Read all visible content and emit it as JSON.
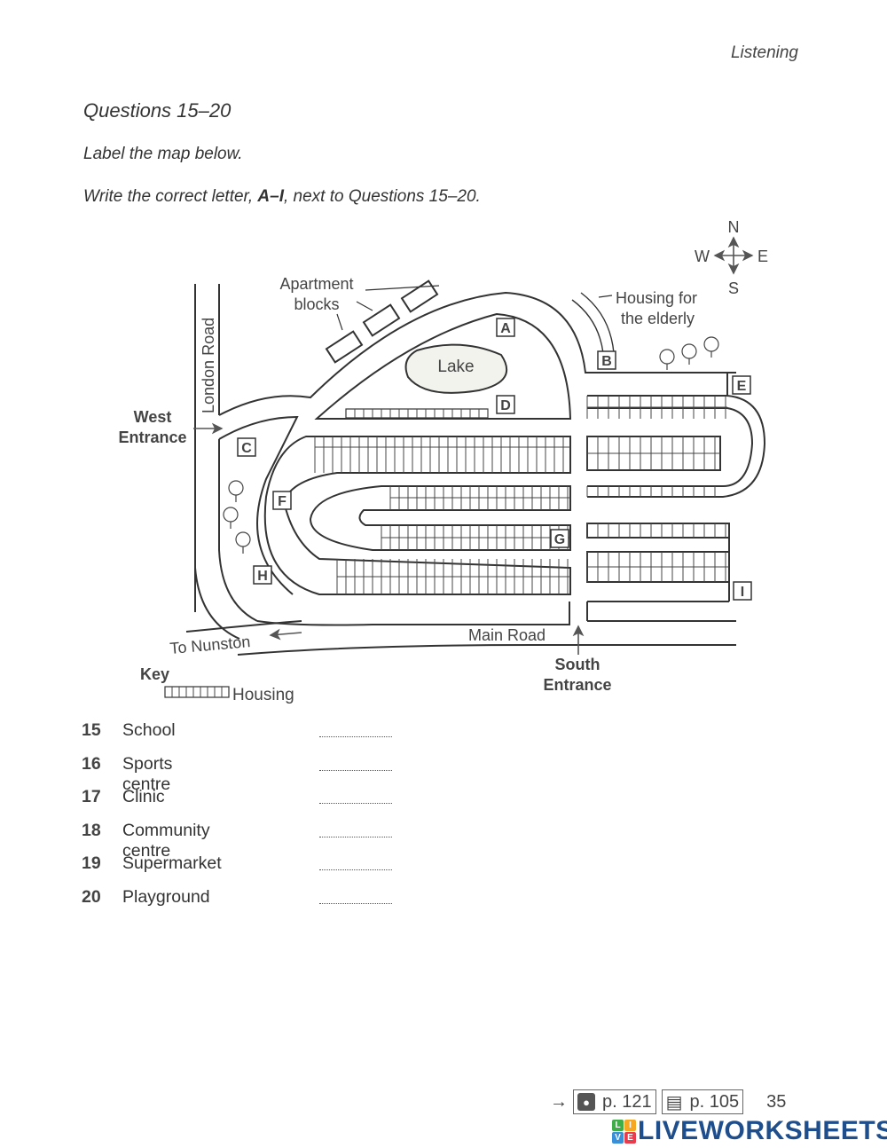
{
  "header": {
    "section": "Listening"
  },
  "questions": {
    "title": "Questions 15–20",
    "instruction_1": "Label the map below.",
    "instruction_2_pre": "Write the correct letter, ",
    "instruction_2_bold": "A–I",
    "instruction_2_post": ", next to Questions 15–20.",
    "items": [
      {
        "number": "15",
        "label": "School",
        "answer": ""
      },
      {
        "number": "16",
        "label": "Sports centre",
        "answer": ""
      },
      {
        "number": "17",
        "label": "Clinic",
        "answer": ""
      },
      {
        "number": "18",
        "label": "Community centre",
        "answer": ""
      },
      {
        "number": "19",
        "label": "Supermarket",
        "answer": ""
      },
      {
        "number": "20",
        "label": "Playground",
        "answer": ""
      }
    ]
  },
  "map": {
    "compass": {
      "n": "N",
      "s": "S",
      "e": "E",
      "w": "W"
    },
    "labels": {
      "london_road": "London Road",
      "apartment_1": "Apartment",
      "apartment_2": "blocks",
      "elderly_1": "Housing for",
      "elderly_2": "the elderly",
      "lake": "Lake",
      "west_1": "West",
      "west_2": "Entrance",
      "south_1": "South",
      "south_2": "Entrance",
      "main_road": "Main Road",
      "to_nunston": "To Nunston",
      "key_title": "Key",
      "key_housing": "Housing"
    },
    "markers": [
      "A",
      "B",
      "C",
      "D",
      "E",
      "F",
      "G",
      "H",
      "I"
    ]
  },
  "footer": {
    "arrow": "→",
    "ref_1": "p. 121",
    "ref_2": "p. 105",
    "page_number": "35"
  },
  "watermark": {
    "tiles": [
      "L",
      "I",
      "V",
      "E"
    ],
    "tile_colors": [
      "#3fae49",
      "#f7a823",
      "#3a8fd9",
      "#e83b4b"
    ],
    "text": "LIVEWORKSHEETS",
    "color": "#1f4e8c"
  }
}
